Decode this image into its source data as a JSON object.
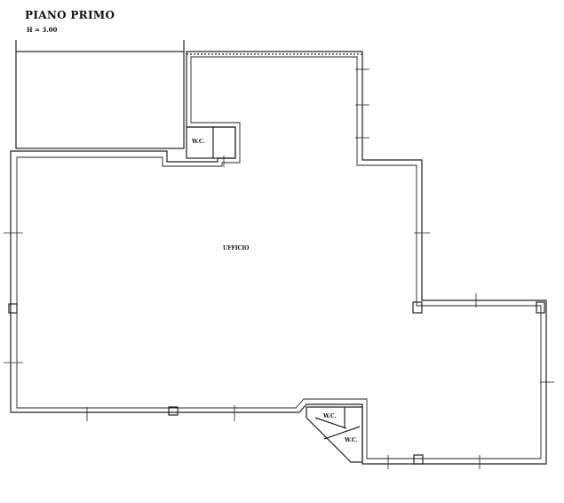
{
  "plan": {
    "title": "PIANO PRIMO",
    "height_label": "H = 3.00",
    "rooms": {
      "office": "UFFICIO",
      "wc_top": "W.C.",
      "wc_bottom_1": "W.C.",
      "wc_bottom_2": "W.C."
    }
  }
}
